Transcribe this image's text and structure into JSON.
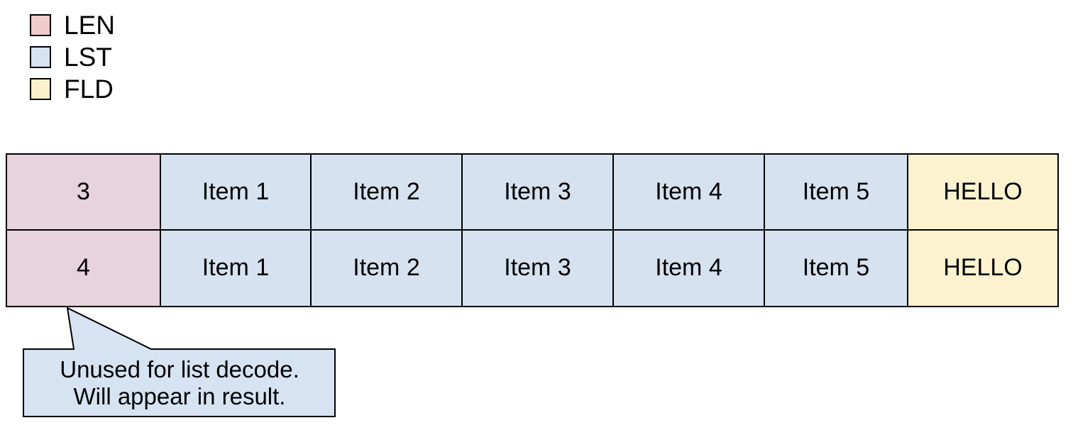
{
  "legend": {
    "items": [
      {
        "label": "LEN",
        "color": "#f0cbce"
      },
      {
        "label": "LST",
        "color": "#d7e3f1"
      },
      {
        "label": "FLD",
        "color": "#fcf0cd"
      }
    ]
  },
  "table": {
    "colors": {
      "len": "#e6d3dc",
      "lst": "#d7e2f0",
      "fld": "#fcf2d0"
    },
    "rows": [
      {
        "len": "3",
        "items": [
          "Item 1",
          "Item 2",
          "Item 3",
          "Item 4",
          "Item 5"
        ],
        "field": "HELLO"
      },
      {
        "len": "4",
        "items": [
          "Item 1",
          "Item 2",
          "Item 3",
          "Item 4",
          "Item 5"
        ],
        "field": "HELLO"
      }
    ]
  },
  "callout": {
    "fill": "#d6e3f2",
    "line1": "Unused for list decode.",
    "line2": "Will appear in result."
  }
}
